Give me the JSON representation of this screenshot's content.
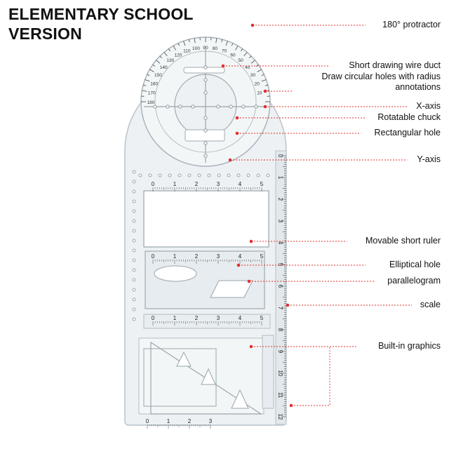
{
  "title_line1": "ELEMENTARY SCHOOL",
  "title_line2": "VERSION",
  "colors": {
    "leader": "#e03030",
    "ruler_body": "#e9eef1",
    "ruler_edge": "#b9c4cb",
    "tick": "#444444"
  },
  "labels": [
    {
      "id": "protractor",
      "text": "180° protractor"
    },
    {
      "id": "wire-duct",
      "text": "Short drawing wire duct"
    },
    {
      "id": "circular-holes",
      "text": "Draw circular holes with radius annotations"
    },
    {
      "id": "x-axis",
      "text": "X-axis"
    },
    {
      "id": "chuck",
      "text": "Rotatable chuck"
    },
    {
      "id": "rect-hole",
      "text": "Rectangular hole"
    },
    {
      "id": "y-axis",
      "text": "Y-axis"
    },
    {
      "id": "short-ruler",
      "text": "Movable short ruler"
    },
    {
      "id": "elliptical",
      "text": "Elliptical hole"
    },
    {
      "id": "parallelogram",
      "text": "parallelogram"
    },
    {
      "id": "scale",
      "text": "scale"
    },
    {
      "id": "graphics",
      "text": "Built-in graphics"
    }
  ],
  "protractor_ticks": [
    "10",
    "20",
    "30",
    "40",
    "50",
    "60",
    "70",
    "80",
    "90",
    "100",
    "110",
    "120",
    "130",
    "140",
    "150",
    "160",
    "170",
    "180"
  ],
  "vertical_scale": [
    "0",
    "1",
    "2",
    "3",
    "4",
    "5",
    "6",
    "7",
    "8",
    "9",
    "10",
    "11",
    "12"
  ],
  "window_scale": [
    "0",
    "1",
    "2",
    "3",
    "4",
    "5"
  ],
  "small_scale": [
    "0",
    "1",
    "2",
    "3"
  ]
}
